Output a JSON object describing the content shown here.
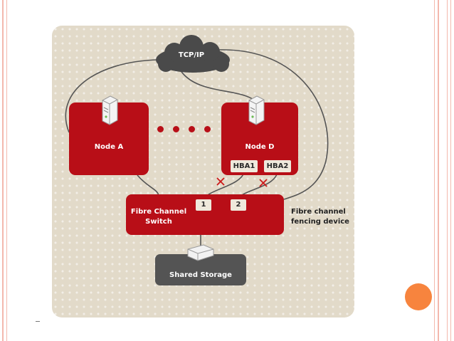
{
  "diagram": {
    "network_label": "TCP/IP",
    "node_a_label": "Node A",
    "node_d_label": "Node D",
    "hba1_label": "HBA1",
    "hba2_label": "HBA2",
    "switch_label": "Fibre Channel Switch",
    "port1_label": "1",
    "port2_label": "2",
    "fencing_label": "Fibre channel fencing device",
    "storage_label": "Shared Storage"
  },
  "colors": {
    "node_red": "#b80e17",
    "panel_beige": "#e2dac9",
    "storage_gray": "#545454",
    "accent_orange": "#f7843e"
  }
}
